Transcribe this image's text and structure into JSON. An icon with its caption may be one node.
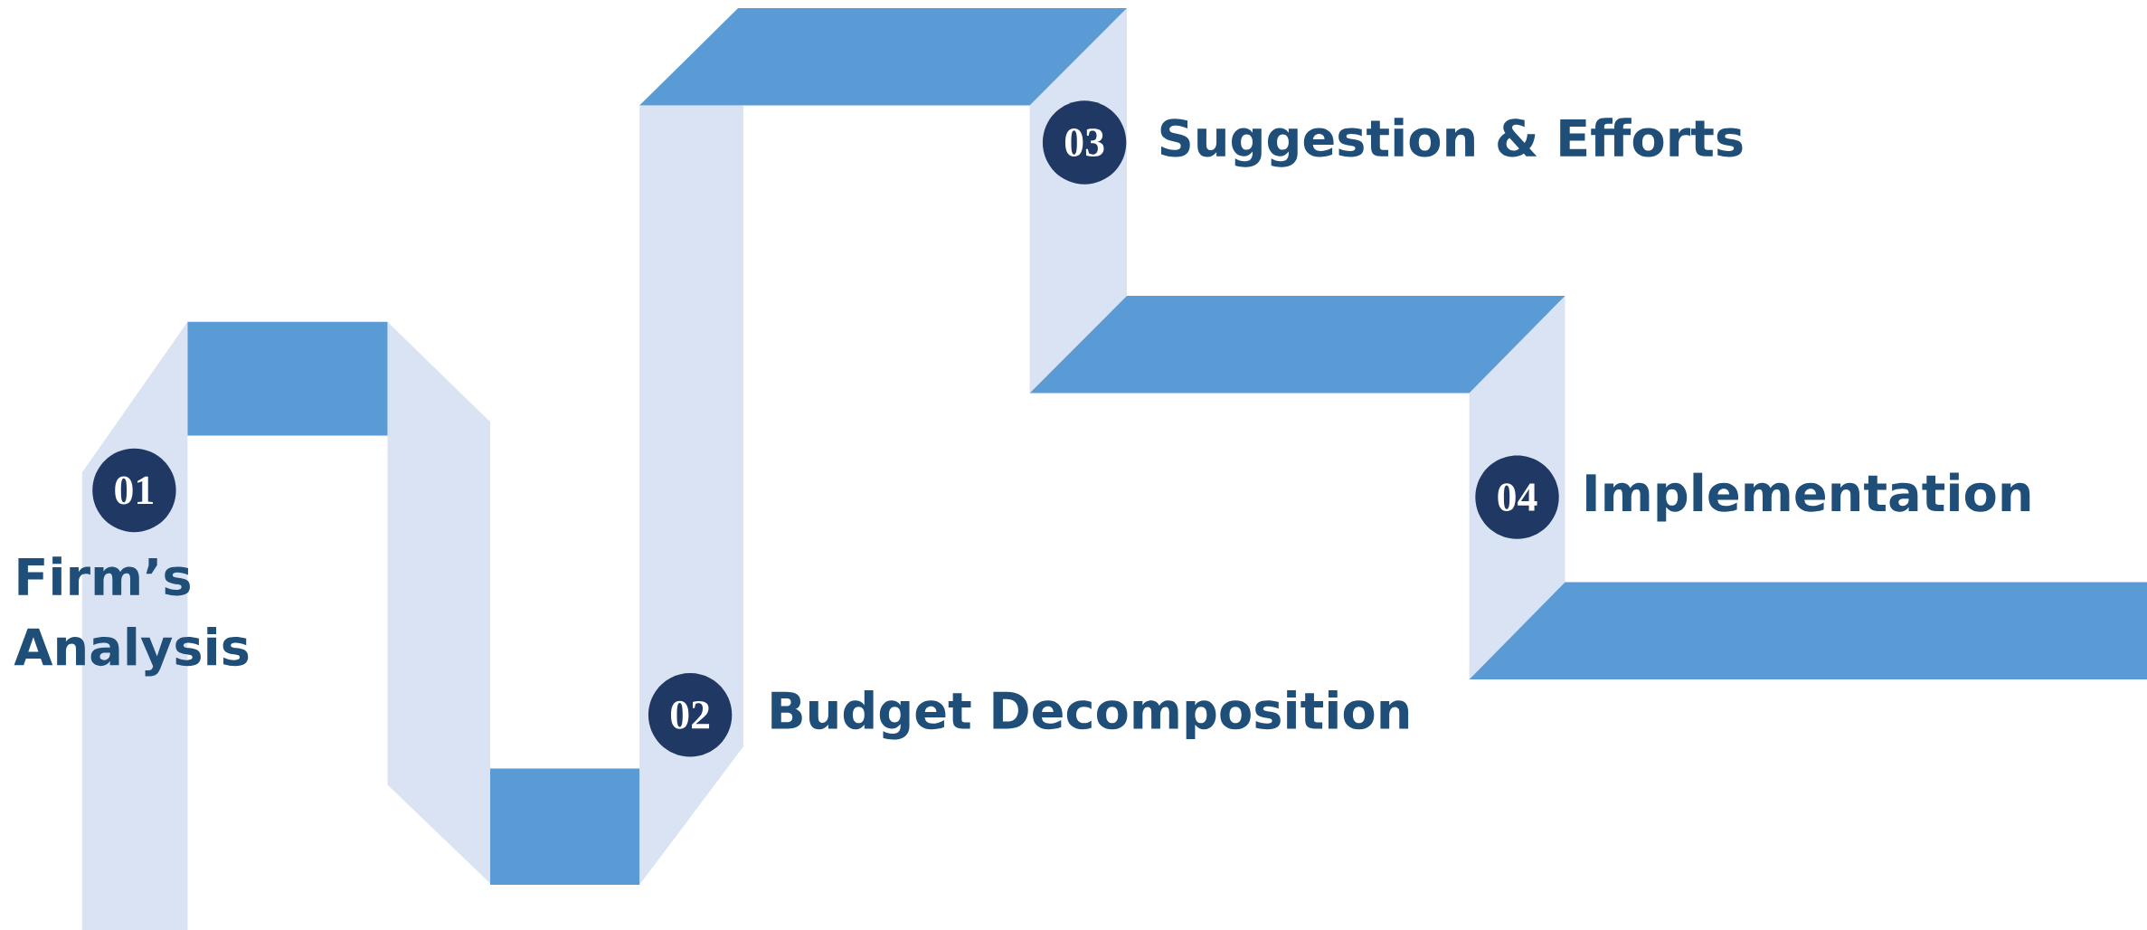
{
  "diagram": {
    "nodes": [
      {
        "text": [
          "01"
        ],
        "beside": [
          "Firm’s Analysis"
        ]
      },
      {
        "text": [
          "02"
        ],
        "beside": [
          "Budget Decomposition"
        ]
      },
      {
        "text": [
          "03"
        ],
        "beside": [
          "Suggestion & Efforts"
        ]
      },
      {
        "text": [
          "04"
        ],
        "beside": [
          "Implementation"
        ]
      }
    ]
  }
}
